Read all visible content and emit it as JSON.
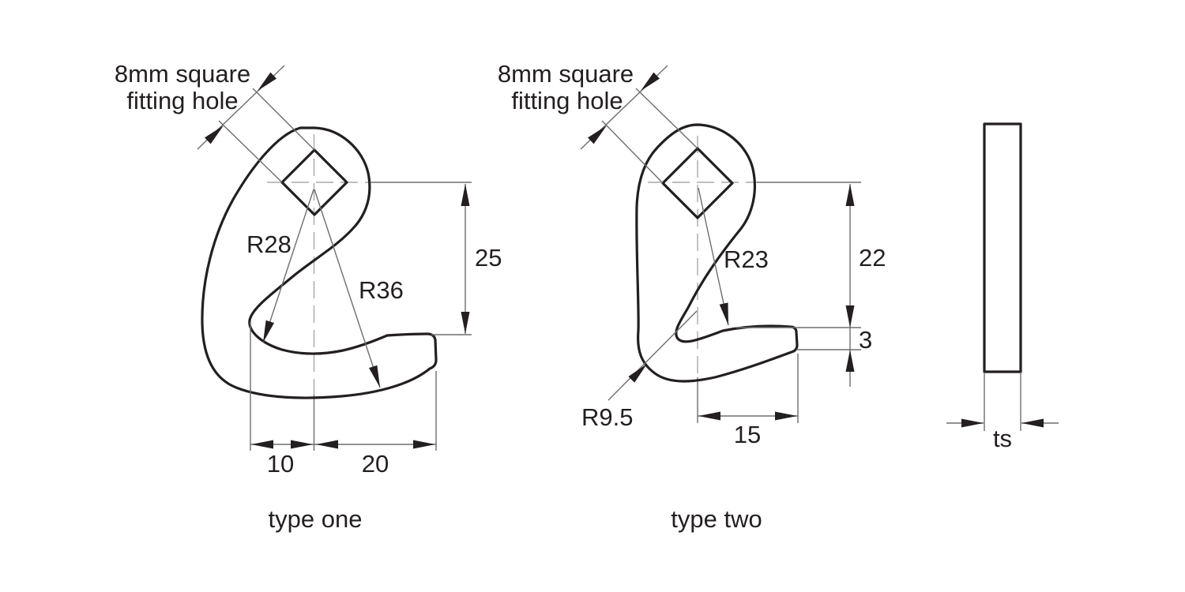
{
  "drawing": {
    "hook_one": {
      "caption": "type one",
      "hole_label_line1": "8mm square",
      "hole_label_line2": "fitting hole",
      "radius_inner": "R28",
      "radius_outer": "R36",
      "dim_height": "25",
      "dim_offset_left": "10",
      "dim_offset_right": "20"
    },
    "hook_two": {
      "caption": "type two",
      "hole_label_line1": "8mm square",
      "hole_label_line2": "fitting hole",
      "radius_inner": "R23",
      "radius_curl": "R9.5",
      "dim_height": "22",
      "dim_tip_thickness": "3",
      "dim_reach": "15"
    },
    "side_view": {
      "dim_thickness": "ts"
    },
    "colors": {
      "outline": "#231f20",
      "dimension": "#6d6e71",
      "centerline": "#a6a8ab",
      "text": "#231f20",
      "background": "#ffffff"
    }
  }
}
